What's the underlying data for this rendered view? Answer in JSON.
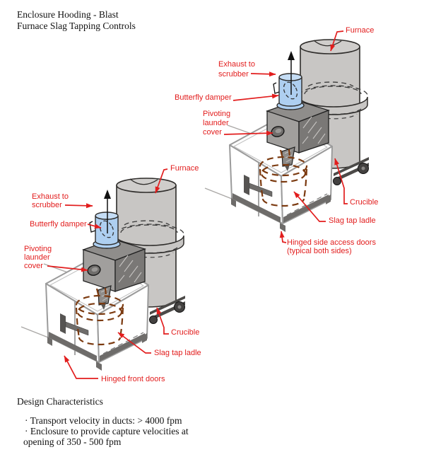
{
  "title": {
    "line1": "Enclosure Hooding - Blast",
    "line2": "Furnace Slag Tapping Controls"
  },
  "labels_right": {
    "furnace": "Furnace",
    "exhaust_l1": "Exhaust to",
    "exhaust_l2": "scrubber",
    "butterfly": "Butterfly damper",
    "pivoting_l1": "Pivoting",
    "pivoting_l2": "launder",
    "pivoting_l3": "cover",
    "crucible": "Crucible",
    "slag": "Slag tap ladle",
    "hinged_l1": "Hinged side access doors",
    "hinged_l2": "(typical both sides)"
  },
  "labels_left": {
    "furnace": "Furnace",
    "exhaust_l1": "Exhaust to",
    "exhaust_l2": "scrubber",
    "butterfly": "Butterfly damper",
    "pivoting_l1": "Pivoting",
    "pivoting_l2": "launder",
    "pivoting_l3": "cover",
    "crucible": "Crucible",
    "slag": "Slag tap ladle",
    "hinged": "Hinged front doors"
  },
  "design": {
    "heading": "Design Characteristics",
    "bullet1": "· Transport velocity in ducts: > 4000 fpm",
    "bullet2": "· Enclosure to provide capture velocities at",
    "bullet2_cont": "opening of 350 - 500 fpm"
  },
  "colors": {
    "label_red": "#e21d1d",
    "duct_blue": "#aecff0",
    "metal_gray": "#c8c6c4",
    "launder_gray": "#9b9997",
    "ladle_brown": "#7b3a10",
    "text_black": "#111111"
  }
}
